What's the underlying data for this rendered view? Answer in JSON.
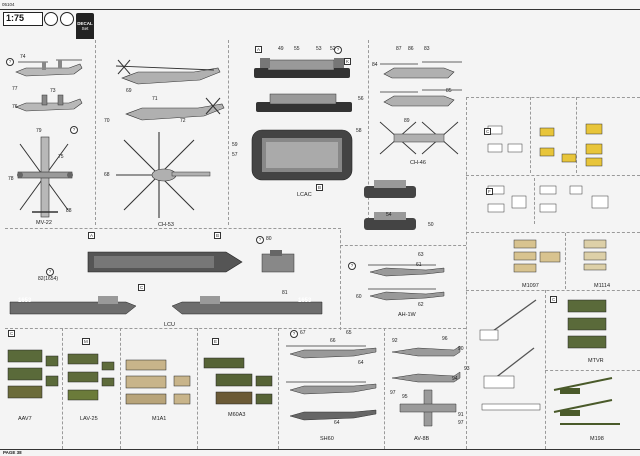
{
  "header": {
    "code": "05104",
    "scale": "1:75",
    "decal_label": "DECAL",
    "decal_sub": "Set"
  },
  "footer": {
    "page": "PAGE 38"
  },
  "aircraft_labels": {
    "mv22": "MV-22",
    "ch53": "CH-53",
    "lcac": "LCAC",
    "ch46": "CH-46",
    "lcu": "LCU",
    "ah1w": "AH-1W",
    "m1097": "M1097",
    "m1114": "M1114",
    "aav7": "AAV7",
    "lav25": "LAV-25",
    "m1a1": "M1A1",
    "m60a3": "M60A3",
    "sh60": "SH60",
    "av8b": "AV-8B",
    "mtvr": "MTVR",
    "m198": "M198"
  },
  "lcu_hull": {
    "left": "1653",
    "right": "1653",
    "callout": "82(1654)"
  },
  "callouts": [
    {
      "key": "c1",
      "text": "74"
    },
    {
      "key": "c2",
      "text": "77"
    },
    {
      "key": "c3",
      "text": "73"
    },
    {
      "key": "c4",
      "text": "76"
    },
    {
      "key": "c5",
      "text": "79"
    },
    {
      "key": "c6",
      "text": "75"
    },
    {
      "key": "c7",
      "text": "78"
    },
    {
      "key": "c8",
      "text": "88"
    },
    {
      "key": "c9",
      "text": "69"
    },
    {
      "key": "c10",
      "text": "71"
    },
    {
      "key": "c11",
      "text": "70"
    },
    {
      "key": "c12",
      "text": "72"
    },
    {
      "key": "c13",
      "text": "68"
    },
    {
      "key": "c14",
      "text": "49"
    },
    {
      "key": "c15",
      "text": "55"
    },
    {
      "key": "c16",
      "text": "53"
    },
    {
      "key": "c17",
      "text": "52"
    },
    {
      "key": "c18",
      "text": "56"
    },
    {
      "key": "c19",
      "text": "59"
    },
    {
      "key": "c20",
      "text": "57"
    },
    {
      "key": "c21",
      "text": "58"
    },
    {
      "key": "c22",
      "text": "87"
    },
    {
      "key": "c23",
      "text": "86"
    },
    {
      "key": "c24",
      "text": "83"
    },
    {
      "key": "c25",
      "text": "84"
    },
    {
      "key": "c26",
      "text": "85"
    },
    {
      "key": "c27",
      "text": "89"
    },
    {
      "key": "c28",
      "text": "54"
    },
    {
      "key": "c29",
      "text": "50"
    },
    {
      "key": "c30",
      "text": "80"
    },
    {
      "key": "c31",
      "text": "81"
    },
    {
      "key": "c32",
      "text": "63"
    },
    {
      "key": "c33",
      "text": "60"
    },
    {
      "key": "c34",
      "text": "62"
    },
    {
      "key": "c35",
      "text": "65"
    },
    {
      "key": "c36",
      "text": "66"
    },
    {
      "key": "c37",
      "text": "67"
    },
    {
      "key": "c38",
      "text": "64"
    },
    {
      "key": "c39",
      "text": "92"
    },
    {
      "key": "c40",
      "text": "96"
    },
    {
      "key": "c41",
      "text": "90"
    },
    {
      "key": "c42",
      "text": "93"
    },
    {
      "key": "c43",
      "text": "94"
    },
    {
      "key": "c44",
      "text": "97"
    },
    {
      "key": "c45",
      "text": "95"
    },
    {
      "key": "c46",
      "text": "91"
    },
    {
      "key": "c47",
      "text": "97"
    },
    {
      "key": "c48",
      "text": "61"
    },
    {
      "key": "c49",
      "text": "64"
    }
  ],
  "part_tags": [
    "A",
    "B",
    "C",
    "D",
    "E",
    "F",
    "G",
    "H",
    "K",
    "M"
  ]
}
